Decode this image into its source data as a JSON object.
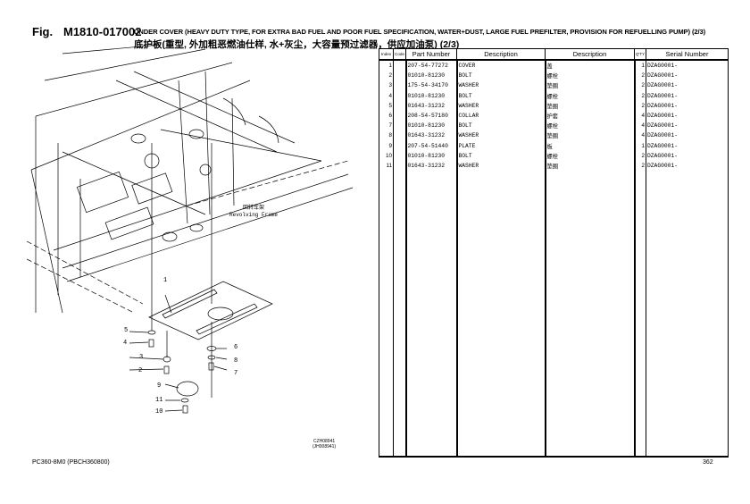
{
  "header": {
    "fig_label": "Fig.",
    "fig_number": "M1810-017002",
    "title_en": "UNDER COVER (HEAVY DUTY TYPE, FOR EXTRA BAD FUEL AND POOR FUEL SPECIFICATION, WATER+DUST, LARGE FUEL PREFILTER, PROVISION FOR REFUELLING PUMP) (2/3)",
    "title_cn": "底护板(重型, 外加粗恶燃油仕样, 水+灰尘，大容量预过滤器，供应加油泵) (2/3)"
  },
  "drawing": {
    "frame_label_cn": "回转车架",
    "frame_label_en": "Revolving Frame",
    "callouts": [
      "1",
      "2",
      "3",
      "4",
      "5",
      "6",
      "7",
      "8",
      "9",
      "10",
      "11"
    ],
    "illustration_codes": [
      "CZH08941",
      "(JH008941)"
    ]
  },
  "table": {
    "headers": [
      "Index",
      "Code",
      "Part Number",
      "Description",
      "Description",
      "Q'TY",
      "Serial Number"
    ],
    "rows": [
      {
        "index": "1",
        "code": "",
        "part": "207-54-77272",
        "desc_en": "COVER",
        "desc_cn": "盖",
        "qty": "1",
        "serial": "DZAG0001-"
      },
      {
        "index": "2",
        "code": "",
        "part": "01010-81230",
        "desc_en": "BOLT",
        "desc_cn": "螺栓",
        "qty": "2",
        "serial": "DZAG0001-"
      },
      {
        "index": "3",
        "code": "",
        "part": "175-54-34170",
        "desc_en": "WASHER",
        "desc_cn": "垫圈",
        "qty": "2",
        "serial": "DZAG0001-"
      },
      {
        "index": "4",
        "code": "",
        "part": "01010-81230",
        "desc_en": "BOLT",
        "desc_cn": "螺栓",
        "qty": "2",
        "serial": "DZAG0001-"
      },
      {
        "index": "5",
        "code": "",
        "part": "01643-31232",
        "desc_en": "WASHER",
        "desc_cn": "垫圈",
        "qty": "2",
        "serial": "DZAG0001-"
      },
      {
        "index": "6",
        "code": "",
        "part": "208-54-57180",
        "desc_en": "COLLAR",
        "desc_cn": "护套",
        "qty": "4",
        "serial": "DZAG0001-"
      },
      {
        "index": "7",
        "code": "",
        "part": "01010-81230",
        "desc_en": "BOLT",
        "desc_cn": "螺栓",
        "qty": "4",
        "serial": "DZAG0001-"
      },
      {
        "index": "8",
        "code": "",
        "part": "01643-31232",
        "desc_en": "WASHER",
        "desc_cn": "垫圈",
        "qty": "4",
        "serial": "DZAG0001-"
      },
      {
        "index": "9",
        "code": "",
        "part": "207-54-51440",
        "desc_en": "PLATE",
        "desc_cn": "板",
        "qty": "1",
        "serial": "DZAG0001-"
      },
      {
        "index": "10",
        "code": "",
        "part": "01010-81230",
        "desc_en": "BOLT",
        "desc_cn": "螺栓",
        "qty": "2",
        "serial": "DZAG0001-"
      },
      {
        "index": "11",
        "code": "",
        "part": "01643-31232",
        "desc_en": "WASHER",
        "desc_cn": "垫圈",
        "qty": "2",
        "serial": "DZAG0001-"
      }
    ]
  },
  "footer": {
    "model": "PC360-8M0  (PBCH360800)",
    "page": "362"
  }
}
